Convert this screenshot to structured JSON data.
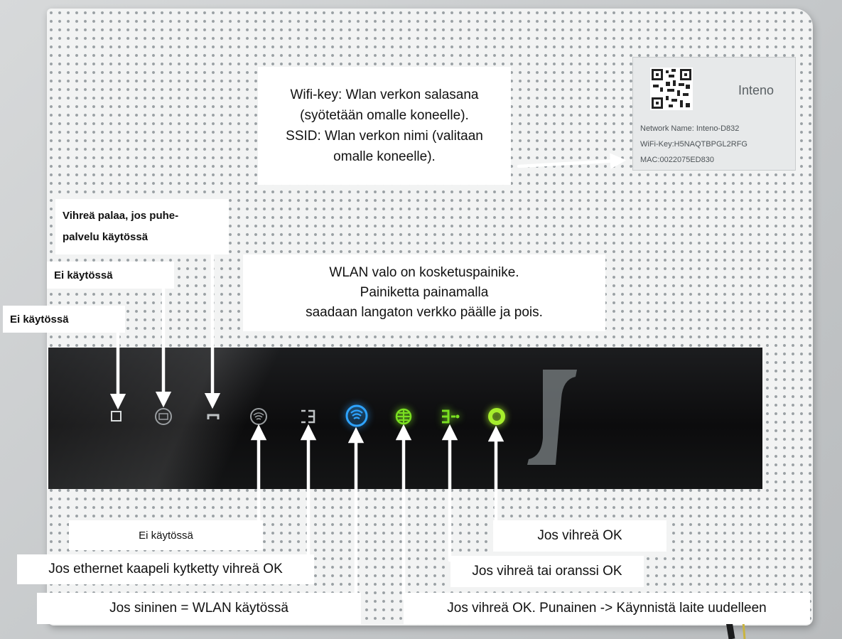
{
  "sticker": {
    "brand": "Inteno",
    "network_name": "Network Name: Inteno-D832",
    "wifi_key": "WiFi-Key:H5NAQTBPGL2RFG",
    "mac": "MAC:0022075ED830"
  },
  "callouts": {
    "wifi_info": "Wifi-key: Wlan verkon salasana\n(syötetään omalle koneelle).\nSSID: Wlan verkon nimi (valitaan\nomalle koneelle).",
    "voice_led": "Vihreä palaa, jos puhe-\npalvelu käytössä",
    "unused_second": "Ei käytössä",
    "unused_first": "Ei käytössä",
    "wlan_button": "WLAN valo on kosketuspainike.\nPainiketta painamalla\nsaadaan langaton verkko päälle ja pois.",
    "unused_lower": "Ei käytössä",
    "ethernet": "Jos ethernet kaapeli kytketty vihreä OK",
    "wlan_status": "Jos sininen = WLAN käytössä",
    "power_ok": "Jos vihreä OK",
    "internet_ok": "Jos vihreä tai oranssi OK",
    "broadband": "Jos vihreä OK. Punainen -> Käynnistä laite uudelleen"
  },
  "leds": [
    {
      "icon": "square-led-icon",
      "color": "#d9dcdd"
    },
    {
      "icon": "phone-line-led-icon",
      "color": "#9a9ea1"
    },
    {
      "icon": "handset-led-icon",
      "color": "#bfc3c5"
    },
    {
      "icon": "wifi-circle-led-icon",
      "color": "#9a9ea1"
    },
    {
      "icon": "ethernet-led-icon",
      "color": "#bfc3c5"
    },
    {
      "icon": "wlan-led-icon",
      "color": "#2ea3ff"
    },
    {
      "icon": "globe-led-icon",
      "color": "#7ae021"
    },
    {
      "icon": "broadband-led-icon",
      "color": "#7ae021"
    },
    {
      "icon": "power-led-icon",
      "color": "#a6ee2c"
    }
  ]
}
